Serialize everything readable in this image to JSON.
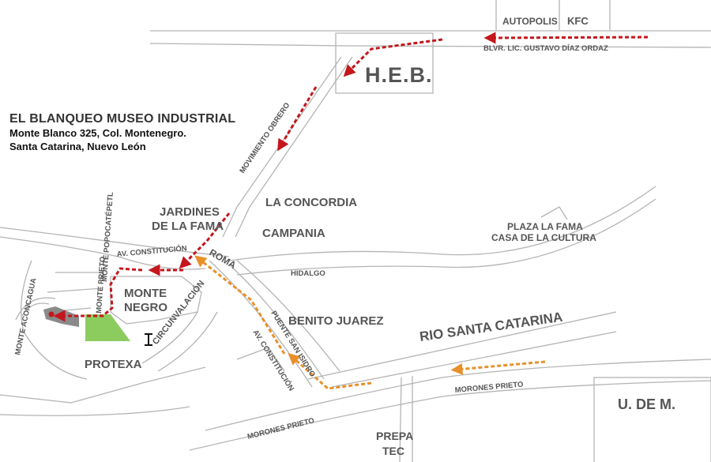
{
  "info": {
    "title": "EL BLANQUEO MUSEO INDUSTRIAL",
    "address_line1": "Monte Blanco 325, Col. Montenegro.",
    "address_line2": "Santa Catarina, Nuevo León"
  },
  "landmarks": {
    "autopolis": "AUTOPOLIS",
    "kfc": "KFC",
    "heb": "H.E.B.",
    "udem": "U. DE M.",
    "prepa_tec_1": "PREPA",
    "prepa_tec_2": "TEC"
  },
  "streets": {
    "blvd_diaz_ordaz": "BLVR. LIC. GUSTAVO DÍAZ ORDAZ",
    "movimiento_obrero": "MOVIMIENTO OBRERO",
    "av_constitucion_top": "AV. CONSTITUCIÓN",
    "av_constitucion_bottom": "AV. CONSTITUCIÓN",
    "roma": "ROMA",
    "hidalgo": "HIDALGO",
    "monte_popocatepetl": "MONTE POPOCATÉPETL",
    "monte_prieto": "MONTE PRIETO",
    "monte_aconcagua": "MONTE ACONCAGUA",
    "circunvalacion": "CIRCUNVALACIÓN",
    "puente_san_isidro": "PUENTE SAN ISIDRO",
    "morones_prieto_right": "MORONES PRIETO",
    "morones_prieto_left": "MORONES PRIETO"
  },
  "areas": {
    "jardines_1": "JARDINES",
    "jardines_2": "DE LA FAMA",
    "concordia": "LA CONCORDIA",
    "campania": "CAMPANIA",
    "plaza_1": "PLAZA LA FAMA",
    "plaza_2": "CASA DE LA CULTURA",
    "monte_negro_1": "MONTE",
    "monte_negro_2": "NEGRO",
    "benito_juarez": "BENITO JUAREZ",
    "rio": "RIO SANTA CATARINA",
    "protexa": "PROTEXA"
  },
  "colors": {
    "road_outline": "#b4b4b4",
    "route_red": "#c4161c",
    "route_orange": "#e8902a",
    "park_green": "#8ccc5f",
    "museum_gray": "#8a8a8a"
  }
}
